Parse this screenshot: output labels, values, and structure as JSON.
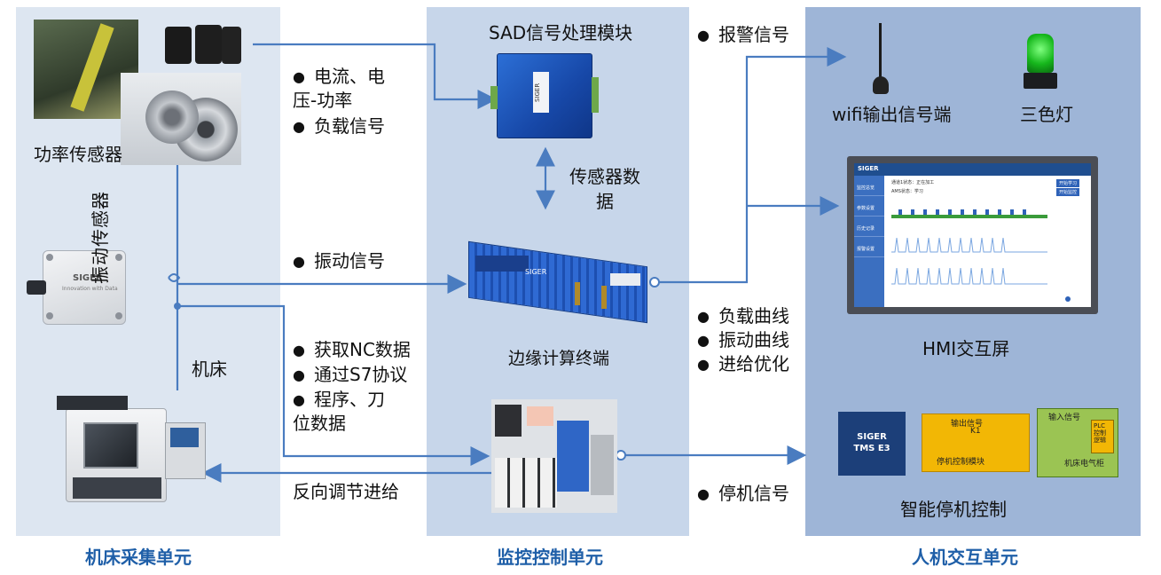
{
  "units": {
    "left": "机床采集单元",
    "middle": "监控控制单元",
    "right": "人机交互单元"
  },
  "left": {
    "power_sensor": "功率传感器",
    "vibration_sensor": "振动传感器",
    "machine": "机床",
    "sensor_brand": "SIGER",
    "sensor_sub": "Innovation with Data"
  },
  "flows": {
    "power_bullets": [
      "电流、电压-功率",
      "负载信号"
    ],
    "vibration_bullet": "振动信号",
    "nc_bullets": [
      "获取NC数据",
      "通过S7协议",
      "程序、刀位数据"
    ],
    "reverse": "反向调节进给"
  },
  "middle": {
    "sad_module": "SAD信号处理模块",
    "sensor_data": "传感器数据",
    "edge": "边缘计算终端",
    "sad_tag": "SIGER",
    "edge_tag": "SIGER"
  },
  "right_flows": {
    "alarm": "报警信号",
    "curves": [
      "负载曲线",
      "振动曲线",
      "进给优化"
    ],
    "stop_signal": "停机信号"
  },
  "right": {
    "wifi": "wifi输出信号端",
    "tri_light": "三色灯",
    "hmi": "HMI交互屏",
    "smart_stop": "智能停机控制",
    "stop_box_dark": "SIGER TMS E3",
    "stop_out": "输出信号",
    "stop_k1": "K1",
    "stop_module": "停机控制模块",
    "stop_in": "输入信号",
    "stop_plc": "PLC 控制 逻辑",
    "stop_cabinet": "机床电气柜"
  },
  "hmi_screen": {
    "brand": "SIGER",
    "menu": [
      "监控总览",
      "参数设置",
      "历史记录",
      "报警设置"
    ],
    "status1": "通道1状态：正在加工",
    "status2": "AMS状态：学习",
    "btn1": "开始学习",
    "btn2": "开始监控"
  },
  "colors": {
    "line": "#4a7cc0",
    "unit_title": "#1f5fa8"
  }
}
